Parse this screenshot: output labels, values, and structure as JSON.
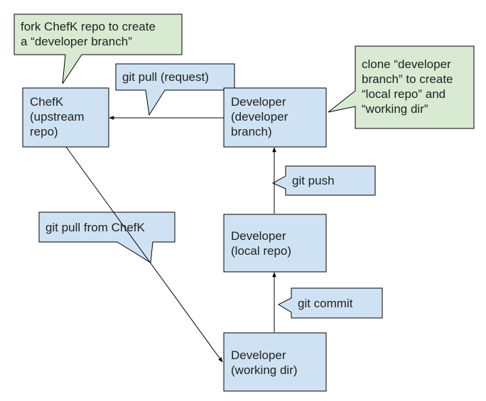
{
  "colors": {
    "node_fill": "#cfe2f3",
    "callout_blue_fill": "#cfe2f3",
    "callout_green_fill": "#d9ead3",
    "stroke": "#000000",
    "text": "#222222"
  },
  "nodes": {
    "chefk_upstream": [
      "ChefK",
      "(upstream",
      "repo)"
    ],
    "developer_branch": [
      "Developer",
      "(developer",
      "branch)"
    ],
    "developer_local": [
      "Developer",
      "(local repo)"
    ],
    "developer_working": [
      "Developer",
      "(working dir)"
    ]
  },
  "callouts": {
    "fork": [
      "fork ChefK repo to create",
      "a “developer branch”"
    ],
    "clone": [
      "clone “developer",
      "branch” to create",
      "“local repo” and",
      "“working dir”"
    ],
    "git_pull_request": [
      "git pull (request)"
    ],
    "git_push": [
      "git push"
    ],
    "git_pull_from_chefk": [
      "git pull from ChefK"
    ],
    "git_commit": [
      "git commit"
    ]
  }
}
